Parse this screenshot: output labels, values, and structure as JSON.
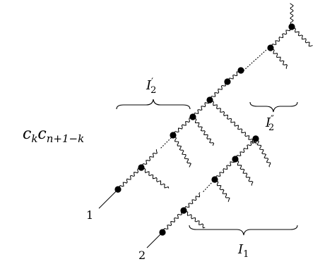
{
  "formula": {
    "c1": "c",
    "sub1": "k",
    "c2": "c",
    "sub2": "n+1−k"
  },
  "labels": {
    "leg1": "1",
    "leg2": "2",
    "I1_main": "I",
    "I1_sub": "1",
    "I2p_main": "I",
    "I2p_sub": "2",
    "I2p_prime": "′",
    "I2pp_main": "I",
    "I2pp_sub": "2",
    "I2pp_prime": "″"
  }
}
